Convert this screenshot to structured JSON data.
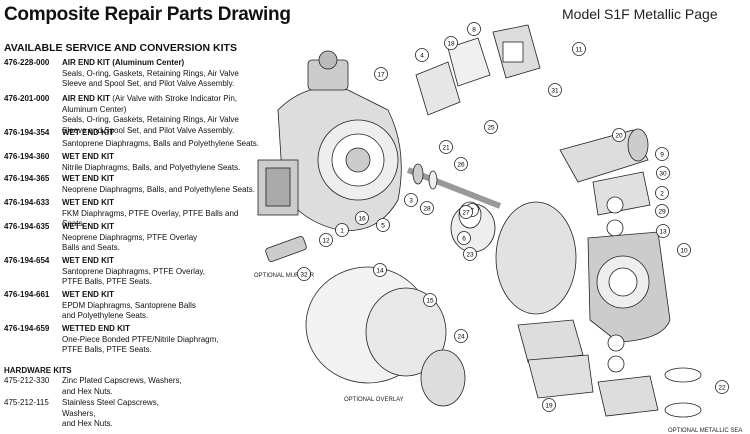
{
  "header": {
    "title": "Composite Repair Parts Drawing",
    "model": "Model S1F Metallic Page"
  },
  "kits_heading": "AVAILABLE SERVICE AND CONVERSION KITS",
  "kits": [
    {
      "pn": "476-228-000",
      "name": "AIR END KIT (Aluminum Center)",
      "note": "",
      "desc": [
        "Seals, O-ring, Gaskets, Retaining Rings, Air Valve",
        "Sleeve and Spool Set, and Pilot Valve Assembly."
      ]
    },
    {
      "pn": "476-201-000",
      "name": "AIR END KIT",
      "note": " (Air Valve with Stroke Indicator Pin, Aluminum Center)",
      "desc": [
        "Seals, O-ring, Gaskets, Retaining Rings, Air Valve",
        "Sleeve and Spool Set, and Pilot Valve Assembly."
      ]
    },
    {
      "pn": "476-194-354",
      "name": "WET END KIT",
      "note": "",
      "desc": [
        "Santoprene Diaphragms, Balls and Polyethylene Seats."
      ]
    },
    {
      "pn": "476-194-360",
      "name": "WET END KIT",
      "note": "",
      "desc": [
        "Nitrile Diaphragms, Balls, and Polyethylene Seats."
      ]
    },
    {
      "pn": "476-194-365",
      "name": "WET END KIT",
      "note": "",
      "desc": [
        "Neoprene Diaphragms, Balls, and Polyethylene Seats."
      ]
    },
    {
      "pn": "476-194-633",
      "name": "WET END KIT",
      "note": "",
      "desc": [
        "FKM Diaphragms, PTFE Overlay, PTFE Balls and Seats."
      ]
    },
    {
      "pn": "476-194-635",
      "name": "WET END KIT",
      "note": "",
      "desc": [
        "Neoprene Diaphragms, PTFE Overlay",
        "Balls and Seats."
      ]
    },
    {
      "pn": "476-194-654",
      "name": "WET END KIT",
      "note": "",
      "desc": [
        "Santoprene Diaphragms, PTFE Overlay,",
        "PTFE Balls, PTFE Seats."
      ]
    },
    {
      "pn": "476-194-661",
      "name": "WET END KIT",
      "note": "",
      "desc": [
        "EPDM Diaphragms, Santoprene Balls",
        "and Polyethylene Seats."
      ]
    },
    {
      "pn": "476-194-659",
      "name": "WETTED END KIT",
      "note": "",
      "desc": [
        "One-Piece Bonded PTFE/Nitrile Diaphragm,",
        "PTFE Balls, PTFE Seats."
      ]
    }
  ],
  "hardware_heading": "HARDWARE KITS",
  "hardware": [
    {
      "pn": "475-212-330",
      "desc": [
        "Zinc Plated Capscrews, Washers,",
        "and Hex Nuts."
      ]
    },
    {
      "pn": "475-212-115",
      "desc": [
        "Stainless Steel Capscrews, Washers,",
        "and Hex Nuts."
      ]
    }
  ],
  "drawing": {
    "captions": {
      "muffler": "OPTIONAL MUFFLER",
      "overlay": "OPTIONAL OVERLAY",
      "seal": "OPTIONAL METALLIC SEA"
    },
    "callouts": [
      "1",
      "2",
      "3",
      "4",
      "5",
      "6",
      "7",
      "8",
      "9",
      "10",
      "11",
      "12",
      "13",
      "14",
      "15",
      "16",
      "17",
      "18",
      "19",
      "20",
      "21",
      "22",
      "23",
      "24",
      "25",
      "26",
      "27",
      "28",
      "29",
      "30",
      "31",
      "32"
    ]
  }
}
